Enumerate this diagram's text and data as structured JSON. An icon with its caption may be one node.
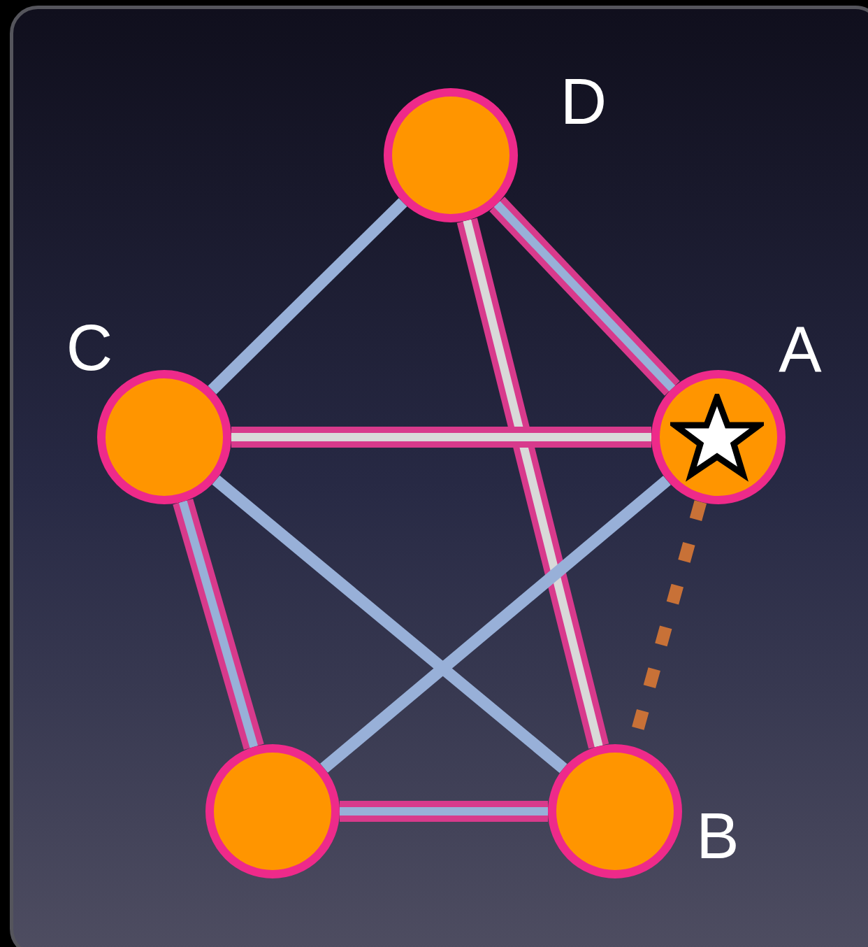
{
  "diagram": {
    "nodes": [
      {
        "text": [],
        "shape": "circle",
        "beside": [
          "D"
        ]
      },
      {
        "text": [],
        "shape": "circle",
        "beside": [
          "C"
        ]
      },
      {
        "text": [],
        "shape": "circle",
        "beside": [
          "A"
        ]
      },
      {
        "text": [],
        "shape": "circle"
      },
      {
        "text": [],
        "shape": "circle",
        "beside": [
          "B"
        ]
      }
    ],
    "edges": [
      {
        "from": 0,
        "to": 1,
        "arrow": "none",
        "color": "#98b0d8"
      },
      {
        "from": 0,
        "to": 2,
        "arrow": "none"
      },
      {
        "from": 0,
        "to": 4,
        "arrow": "none"
      },
      {
        "from": 1,
        "to": 2,
        "arrow": "none"
      },
      {
        "from": 1,
        "to": 3,
        "arrow": "none"
      },
      {
        "from": 1,
        "to": 4,
        "arrow": "none",
        "color": "#98b0d8"
      },
      {
        "from": 2,
        "to": 3,
        "arrow": "none",
        "color": "#98b0d8"
      },
      {
        "from": 3,
        "to": 4,
        "arrow": "none"
      },
      {
        "from": 2,
        "to": 4,
        "arrow": "none",
        "style": "dashed",
        "color": "#c87137"
      }
    ]
  }
}
